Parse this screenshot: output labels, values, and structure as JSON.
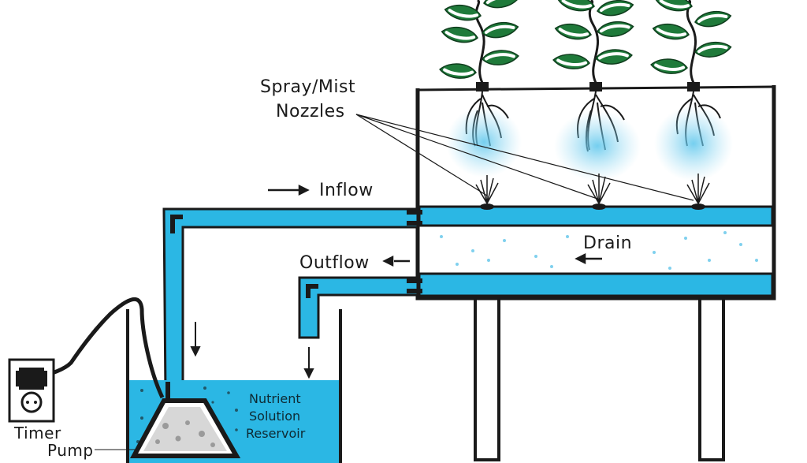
{
  "labels": {
    "spray_line1": "Spray/Mist",
    "spray_line2": "Nozzles",
    "inflow": "Inflow",
    "drain": "Drain",
    "outflow": "Outflow",
    "reservoir_line1": "Nutrient",
    "reservoir_line2": "Solution",
    "reservoir_line3": "Reservoir",
    "timer": "Timer",
    "pump": "Pump"
  },
  "colors": {
    "water": "#2bb7e4",
    "outline": "#1a1a1a",
    "leaf_dark": "#1f7a3a",
    "leaf_light": "#ffffff",
    "mist": "#7fd0ee",
    "paper": "#ffffff"
  },
  "icons": [
    "plant-icon",
    "roots-icon",
    "mist-nozzle-icon",
    "power-outlet-icon",
    "pump-icon",
    "flow-arrow-icon"
  ]
}
